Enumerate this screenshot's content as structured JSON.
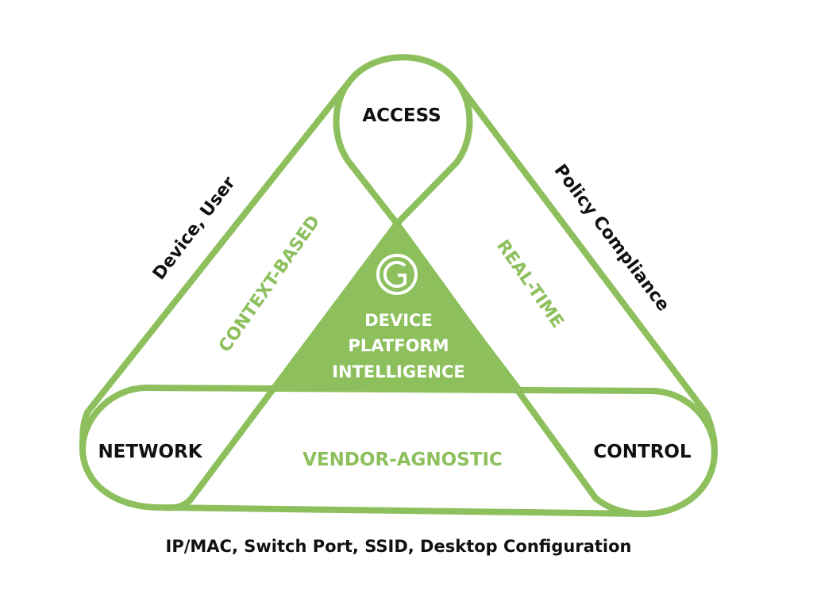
{
  "colors": {
    "accent": "#8dc05d",
    "text": "#111111",
    "background": "#ffffff",
    "center_text": "#ffffff"
  },
  "center": {
    "logo_icon": "g-circle-logo-icon",
    "lines": [
      "DEVICE",
      "PLATFORM",
      "INTELLIGENCE"
    ]
  },
  "nodes": {
    "top": "ACCESS",
    "bottom_left": "NETWORK",
    "bottom_right": "CONTROL"
  },
  "inner_labels": {
    "left": "CONTEXT-BASED",
    "right": "REAL-TIME",
    "bottom": "VENDOR-AGNOSTIC"
  },
  "outer_labels": {
    "left": "Device, User",
    "right": "Policy Compliance",
    "bottom": "IP/MAC, Switch Port, SSID, Desktop Configuration"
  }
}
